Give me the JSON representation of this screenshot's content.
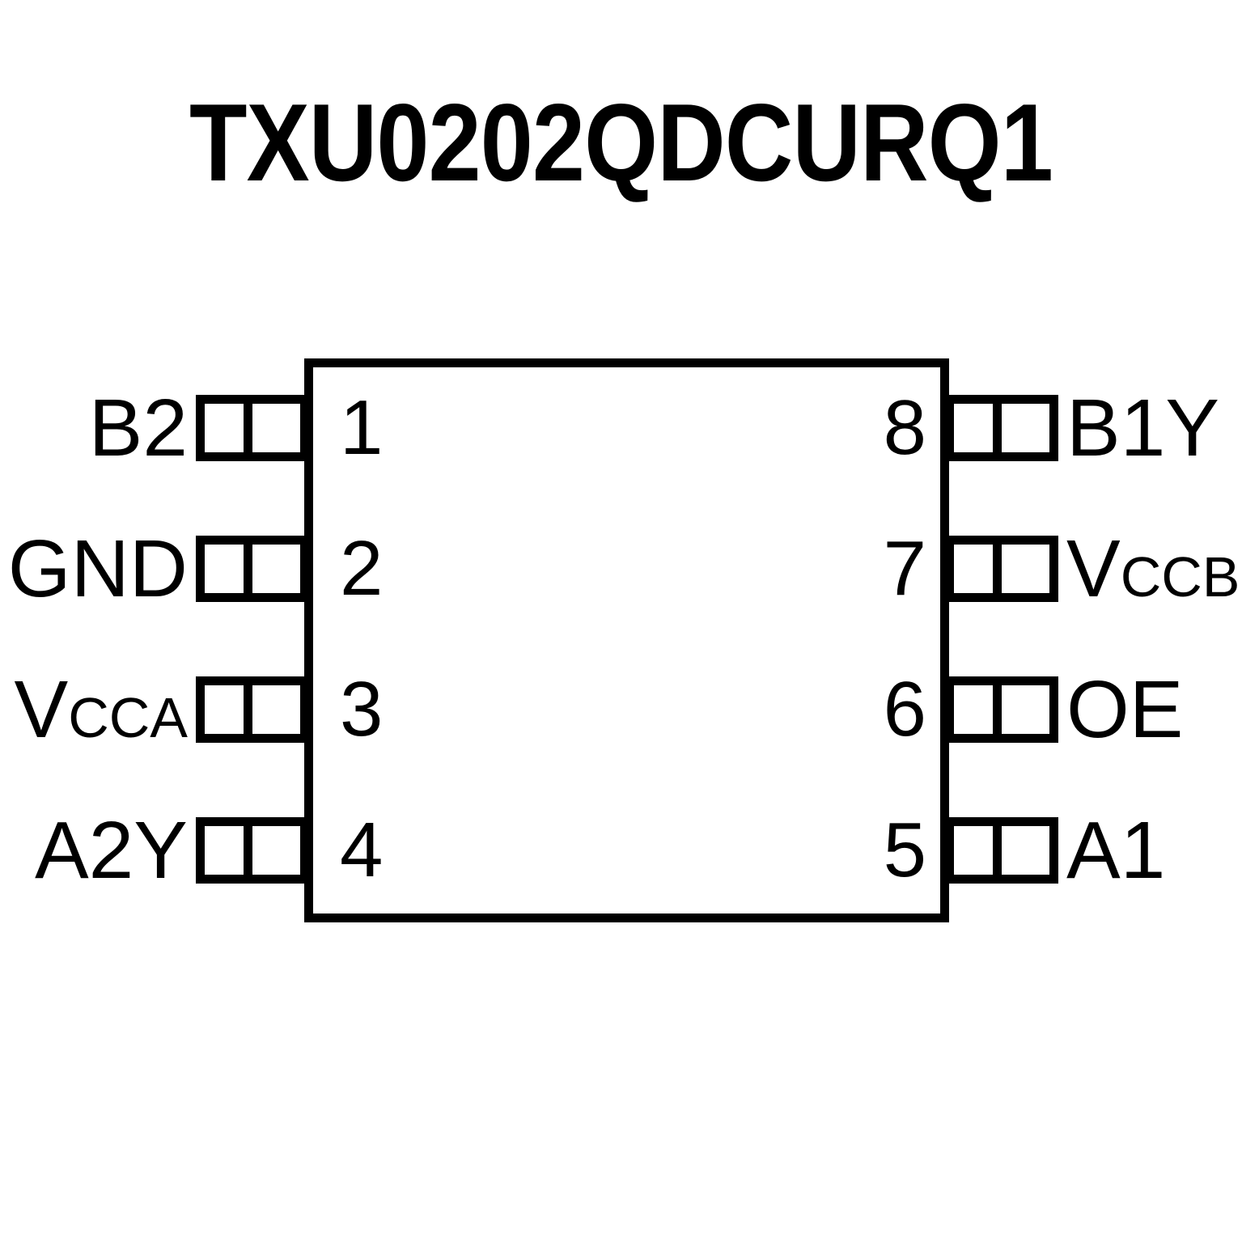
{
  "title": "TXU0202QDCURQ1",
  "package": {
    "type": "8-pin SOIC pinout diagram",
    "pin_count": 8
  },
  "colors": {
    "background": "#ffffff",
    "outline": "#000000",
    "text": "#000000"
  },
  "pins": {
    "left": [
      {
        "number": "1",
        "label_base": "B2",
        "label_sub": ""
      },
      {
        "number": "2",
        "label_base": "GND",
        "label_sub": ""
      },
      {
        "number": "3",
        "label_base": "V",
        "label_sub": "CCA"
      },
      {
        "number": "4",
        "label_base": "A2Y",
        "label_sub": ""
      }
    ],
    "right": [
      {
        "number": "8",
        "label_base": "B1Y",
        "label_sub": ""
      },
      {
        "number": "7",
        "label_base": "V",
        "label_sub": "CCB"
      },
      {
        "number": "6",
        "label_base": "OE",
        "label_sub": ""
      },
      {
        "number": "5",
        "label_base": "A1",
        "label_sub": ""
      }
    ]
  }
}
